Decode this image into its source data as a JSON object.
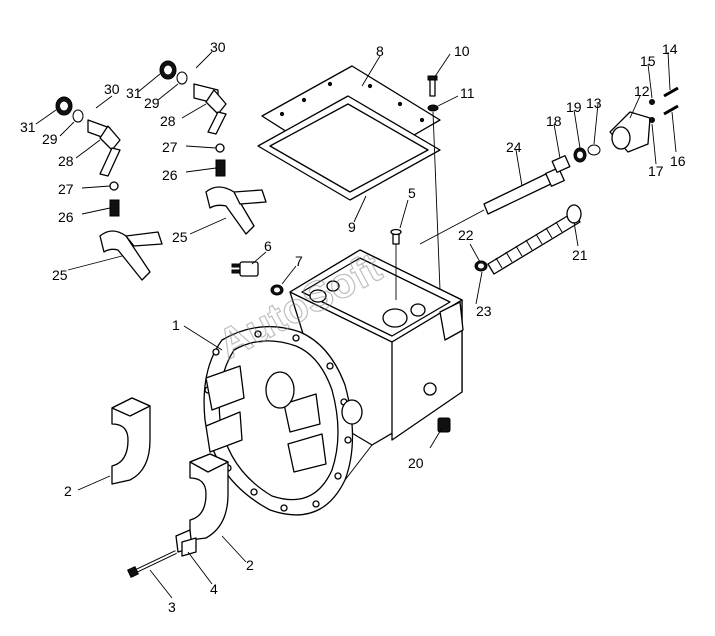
{
  "watermark": "AutoSoft",
  "callouts": [
    {
      "id": "c1",
      "text": "1"
    },
    {
      "id": "c2a",
      "text": "2"
    },
    {
      "id": "c2b",
      "text": "2"
    },
    {
      "id": "c3",
      "text": "3"
    },
    {
      "id": "c4",
      "text": "4"
    },
    {
      "id": "c5",
      "text": "5"
    },
    {
      "id": "c6",
      "text": "6"
    },
    {
      "id": "c7",
      "text": "7"
    },
    {
      "id": "c8",
      "text": "8"
    },
    {
      "id": "c9",
      "text": "9"
    },
    {
      "id": "c10",
      "text": "10"
    },
    {
      "id": "c11",
      "text": "11"
    },
    {
      "id": "c12",
      "text": "12"
    },
    {
      "id": "c13",
      "text": "13"
    },
    {
      "id": "c14",
      "text": "14"
    },
    {
      "id": "c15",
      "text": "15"
    },
    {
      "id": "c16",
      "text": "16"
    },
    {
      "id": "c17",
      "text": "17"
    },
    {
      "id": "c18",
      "text": "18"
    },
    {
      "id": "c19",
      "text": "19"
    },
    {
      "id": "c20",
      "text": "20"
    },
    {
      "id": "c21",
      "text": "21"
    },
    {
      "id": "c22",
      "text": "22"
    },
    {
      "id": "c23",
      "text": "23"
    },
    {
      "id": "c24",
      "text": "24"
    },
    {
      "id": "c25a",
      "text": "25"
    },
    {
      "id": "c25b",
      "text": "25"
    },
    {
      "id": "c26a",
      "text": "26"
    },
    {
      "id": "c26b",
      "text": "26"
    },
    {
      "id": "c27a",
      "text": "27"
    },
    {
      "id": "c27b",
      "text": "27"
    },
    {
      "id": "c28a",
      "text": "28"
    },
    {
      "id": "c28b",
      "text": "28"
    },
    {
      "id": "c29a",
      "text": "29"
    },
    {
      "id": "c29b",
      "text": "29"
    },
    {
      "id": "c30a",
      "text": "30"
    },
    {
      "id": "c30b",
      "text": "30"
    },
    {
      "id": "c31a",
      "text": "31"
    },
    {
      "id": "c31b",
      "text": "31"
    }
  ]
}
